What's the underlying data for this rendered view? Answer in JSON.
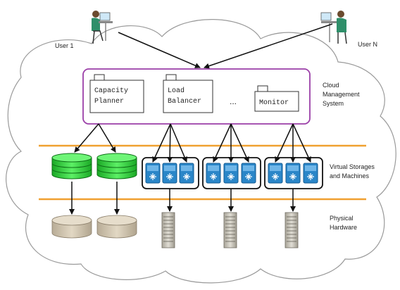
{
  "users": {
    "user1": "User 1",
    "userN": "User N"
  },
  "management": {
    "label_lines": [
      "Cloud",
      "Management",
      "System"
    ],
    "components": [
      {
        "lines": [
          "Capacity",
          "Planner"
        ]
      },
      {
        "lines": [
          "Load",
          "Balancer"
        ]
      },
      {
        "lines": [
          "Monitor"
        ]
      }
    ],
    "ellipsis": "..."
  },
  "layers": {
    "virtual": [
      "Virtual Storages",
      "and Machines"
    ],
    "physical": [
      "Physical",
      "Hardware"
    ]
  },
  "colors": {
    "cloud_stroke": "#9a9a9a",
    "management_border": "#9b3fa8",
    "layer_line": "#f0a030",
    "db_green": "#2fd03a",
    "vm_blue": "#2a86c8",
    "disk_tan": "#d2c6b0",
    "server_gray": "#c8c4b8"
  },
  "icons": {
    "user": "person-at-computer-icon",
    "database": "database-stack-icon",
    "vm": "virtual-machine-icon",
    "disk": "disk-storage-icon",
    "server": "server-rack-icon",
    "package": "package-folder-icon"
  }
}
